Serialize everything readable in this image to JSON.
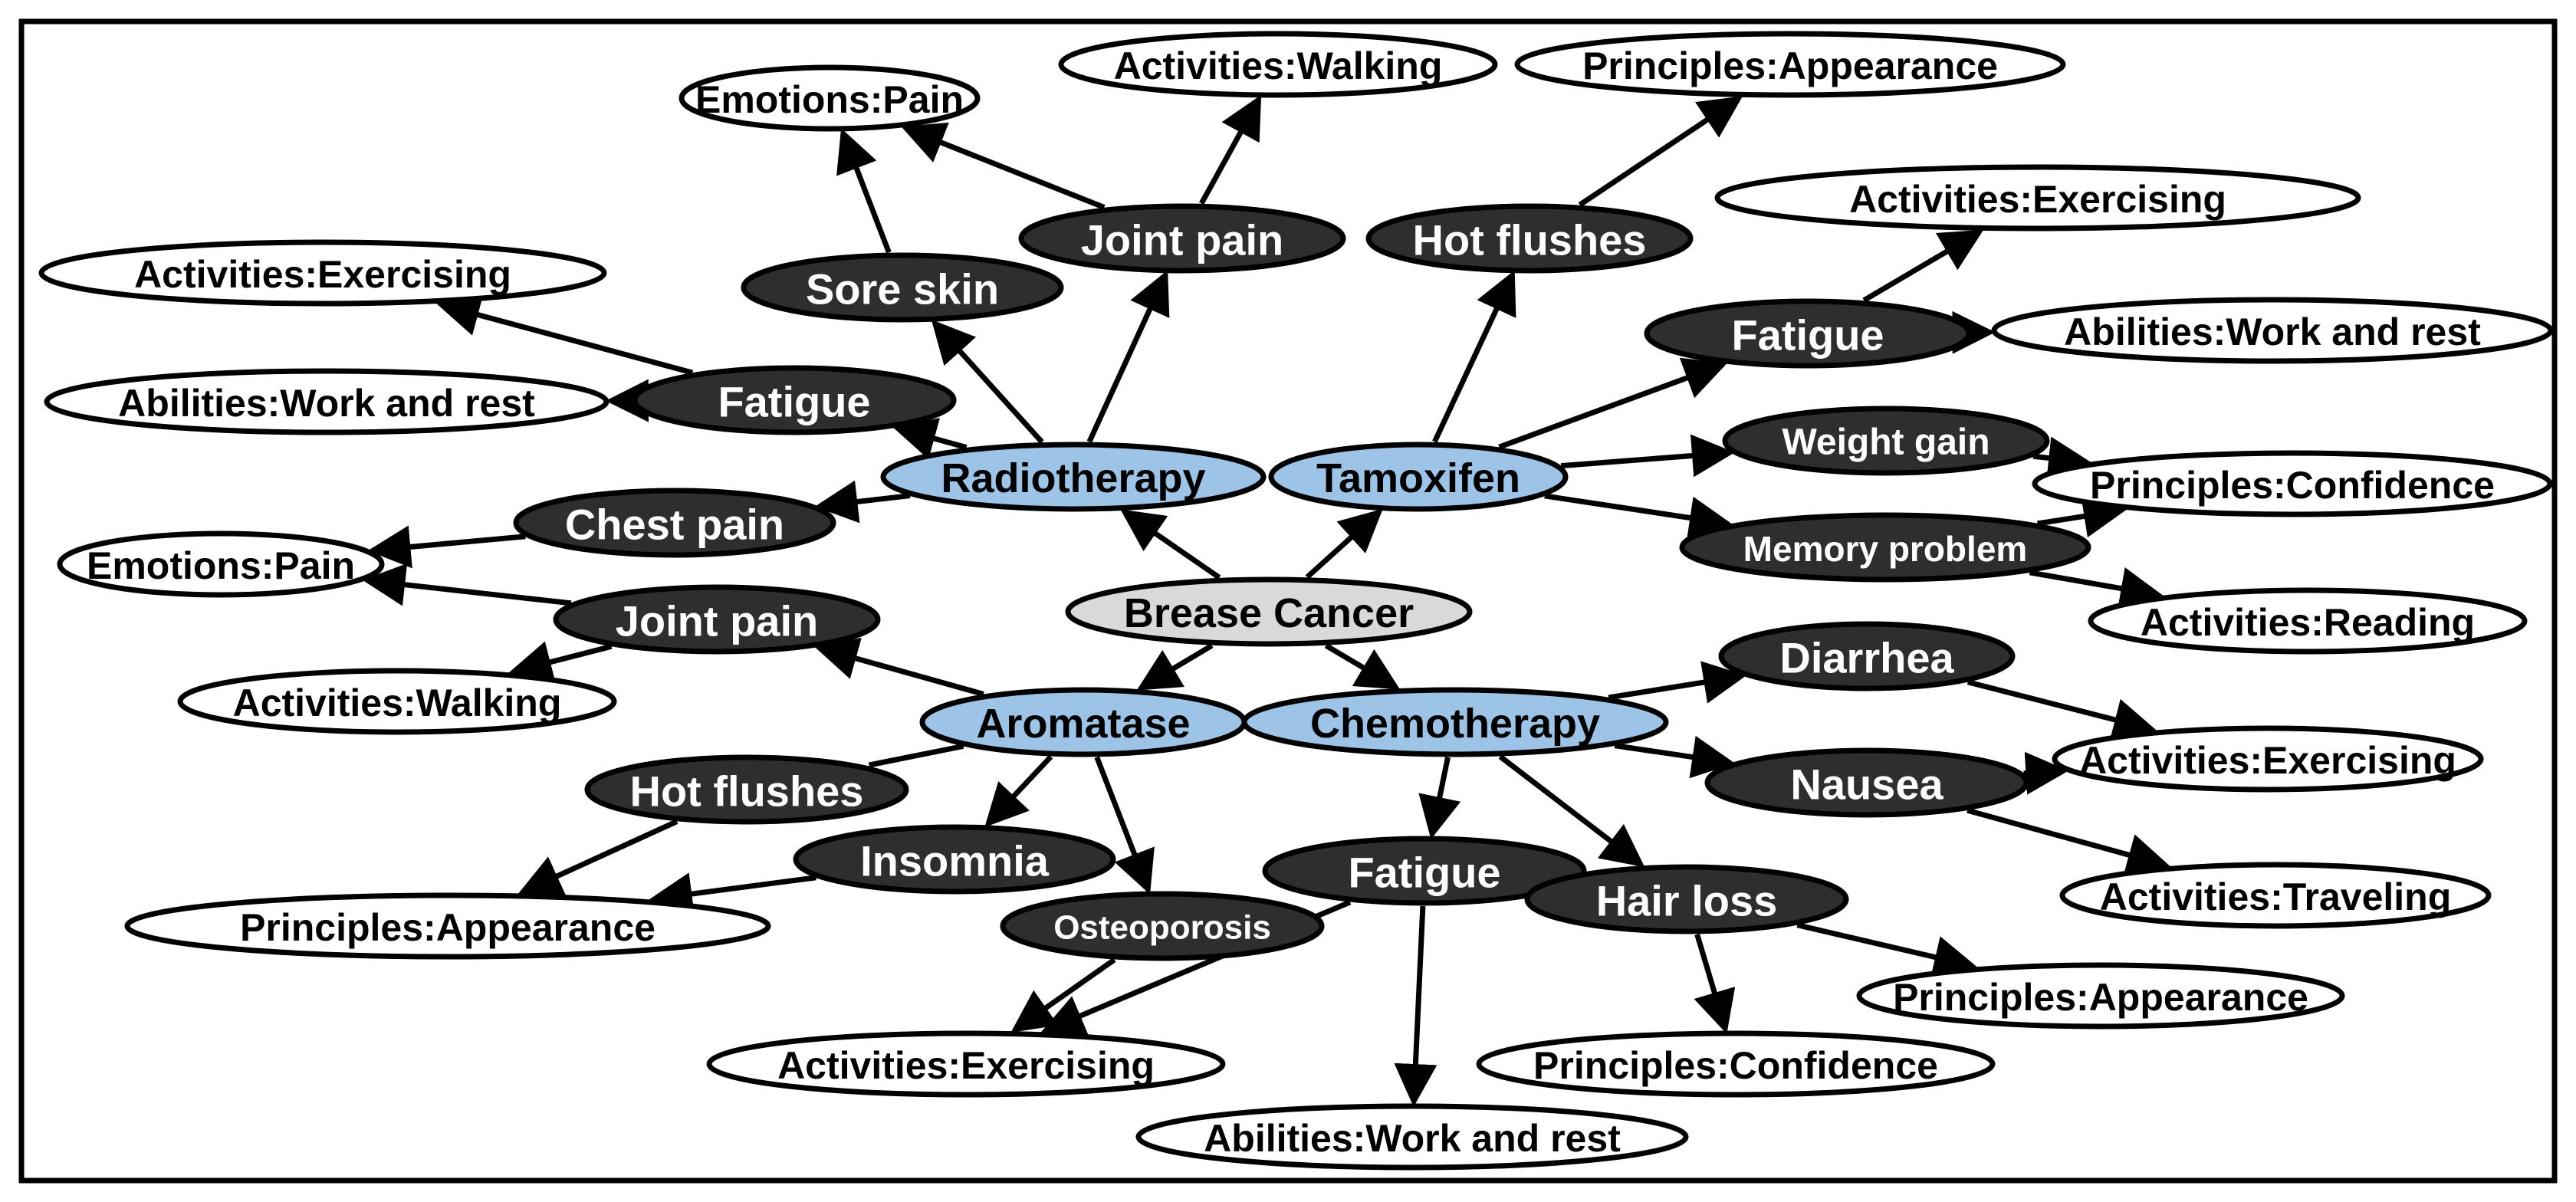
{
  "colors": {
    "root_fill": "#d9d9d9",
    "treatment_fill": "#9dc3e6",
    "side_effect_fill": "#2e2e2e",
    "category_fill": "#ffffff",
    "dark_text": "#000000",
    "light_text": "#ffffff"
  },
  "nodes": [
    {
      "id": "root",
      "type": "root",
      "label": "Brease Cancer"
    },
    {
      "id": "radiotherapy",
      "type": "treatment",
      "label": "Radiotherapy"
    },
    {
      "id": "tamoxifen",
      "type": "treatment",
      "label": "Tamoxifen"
    },
    {
      "id": "aromatase",
      "type": "treatment",
      "label": "Aromatase"
    },
    {
      "id": "chemotherapy",
      "type": "treatment",
      "label": "Chemotherapy"
    },
    {
      "id": "rad_sore_skin",
      "type": "side_effect",
      "label": "Sore skin"
    },
    {
      "id": "rad_joint_pain",
      "type": "side_effect",
      "label": "Joint pain"
    },
    {
      "id": "rad_fatigue",
      "type": "side_effect",
      "label": "Fatigue"
    },
    {
      "id": "rad_chest_pain",
      "type": "side_effect",
      "label": "Chest pain"
    },
    {
      "id": "rad_emotions_pain",
      "type": "category",
      "label": "Emotions:Pain"
    },
    {
      "id": "rad_activities_walking",
      "type": "category",
      "label": "Activities:Walking"
    },
    {
      "id": "rad_activities_exercising",
      "type": "category",
      "label": "Activities:Exercising"
    },
    {
      "id": "rad_abilities_work",
      "type": "category",
      "label": "Abilities:Work and rest"
    },
    {
      "id": "tam_hot_flushes",
      "type": "side_effect",
      "label": "Hot flushes"
    },
    {
      "id": "tam_fatigue",
      "type": "side_effect",
      "label": "Fatigue"
    },
    {
      "id": "tam_weight_gain",
      "type": "side_effect",
      "label": "Weight gain"
    },
    {
      "id": "tam_memory",
      "type": "side_effect",
      "label": "Memory problem"
    },
    {
      "id": "tam_principles_appearance",
      "type": "category",
      "label": "Principles:Appearance"
    },
    {
      "id": "tam_activities_exercising",
      "type": "category",
      "label": "Activities:Exercising"
    },
    {
      "id": "tam_abilities_work",
      "type": "category",
      "label": "Abilities:Work and rest"
    },
    {
      "id": "tam_principles_confidence",
      "type": "category",
      "label": "Principles:Confidence"
    },
    {
      "id": "tam_activities_reading",
      "type": "category",
      "label": "Activities:Reading"
    },
    {
      "id": "aro_joint_pain",
      "type": "side_effect",
      "label": "Joint pain"
    },
    {
      "id": "aro_hot_flushes",
      "type": "side_effect",
      "label": "Hot flushes"
    },
    {
      "id": "aro_insomnia",
      "type": "side_effect",
      "label": "Insomnia"
    },
    {
      "id": "aro_osteoporosis",
      "type": "side_effect",
      "label": "Osteoporosis"
    },
    {
      "id": "aro_emotions_pain",
      "type": "category",
      "label": "Emotions:Pain"
    },
    {
      "id": "aro_activities_walking",
      "type": "category",
      "label": "Activities:Walking"
    },
    {
      "id": "aro_principles_appearance",
      "type": "category",
      "label": "Principles:Appearance"
    },
    {
      "id": "aro_activities_exercising",
      "type": "category",
      "label": "Activities:Exercising"
    },
    {
      "id": "che_diarrhea",
      "type": "side_effect",
      "label": "Diarrhea"
    },
    {
      "id": "che_nausea",
      "type": "side_effect",
      "label": "Nausea"
    },
    {
      "id": "che_fatigue",
      "type": "side_effect",
      "label": "Fatigue"
    },
    {
      "id": "che_hair_loss",
      "type": "side_effect",
      "label": "Hair loss"
    },
    {
      "id": "che_activities_exercising",
      "type": "category",
      "label": "Activities:Exercising"
    },
    {
      "id": "che_activities_traveling",
      "type": "category",
      "label": "Activities:Traveling"
    },
    {
      "id": "che_principles_appearance",
      "type": "category",
      "label": "Principles:Appearance"
    },
    {
      "id": "che_principles_confidence",
      "type": "category",
      "label": "Principles:Confidence"
    },
    {
      "id": "che_abilities_work",
      "type": "category",
      "label": "Abilities:Work and rest"
    }
  ],
  "edges": [
    {
      "from": "root",
      "to": "radiotherapy",
      "arrow": true
    },
    {
      "from": "root",
      "to": "tamoxifen",
      "arrow": true
    },
    {
      "from": "root",
      "to": "aromatase",
      "arrow": true
    },
    {
      "from": "root",
      "to": "chemotherapy",
      "arrow": true
    },
    {
      "from": "radiotherapy",
      "to": "rad_sore_skin",
      "arrow": true
    },
    {
      "from": "radiotherapy",
      "to": "rad_joint_pain",
      "arrow": true
    },
    {
      "from": "radiotherapy",
      "to": "rad_fatigue",
      "arrow": true
    },
    {
      "from": "radiotherapy",
      "to": "rad_chest_pain",
      "arrow": true
    },
    {
      "from": "rad_sore_skin",
      "to": "rad_emotions_pain",
      "arrow": true
    },
    {
      "from": "rad_joint_pain",
      "to": "rad_emotions_pain",
      "arrow": true
    },
    {
      "from": "rad_joint_pain",
      "to": "rad_activities_walking",
      "arrow": true
    },
    {
      "from": "rad_fatigue",
      "to": "rad_activities_exercising",
      "arrow": true
    },
    {
      "from": "rad_fatigue",
      "to": "rad_abilities_work",
      "arrow": true
    },
    {
      "from": "rad_chest_pain",
      "to": "aro_emotions_pain",
      "arrow": true
    },
    {
      "from": "tamoxifen",
      "to": "tam_hot_flushes",
      "arrow": true
    },
    {
      "from": "tamoxifen",
      "to": "tam_fatigue",
      "arrow": true
    },
    {
      "from": "tamoxifen",
      "to": "tam_weight_gain",
      "arrow": true
    },
    {
      "from": "tamoxifen",
      "to": "tam_memory",
      "arrow": true
    },
    {
      "from": "tam_hot_flushes",
      "to": "tam_principles_appearance",
      "arrow": true
    },
    {
      "from": "tam_fatigue",
      "to": "tam_activities_exercising",
      "arrow": true
    },
    {
      "from": "tam_fatigue",
      "to": "tam_abilities_work",
      "arrow": true
    },
    {
      "from": "tam_weight_gain",
      "to": "tam_principles_confidence",
      "arrow": true
    },
    {
      "from": "tam_memory",
      "to": "tam_principles_confidence",
      "arrow": true
    },
    {
      "from": "tam_memory",
      "to": "tam_activities_reading",
      "arrow": true
    },
    {
      "from": "aromatase",
      "to": "aro_joint_pain",
      "arrow": true
    },
    {
      "from": "aromatase",
      "to": "aro_hot_flushes",
      "arrow": false
    },
    {
      "from": "aromatase",
      "to": "aro_insomnia",
      "arrow": true
    },
    {
      "from": "aromatase",
      "to": "aro_osteoporosis",
      "arrow": true
    },
    {
      "from": "aro_joint_pain",
      "to": "aro_emotions_pain",
      "arrow": true
    },
    {
      "from": "aro_joint_pain",
      "to": "aro_activities_walking",
      "arrow": true
    },
    {
      "from": "aro_hot_flushes",
      "to": "aro_principles_appearance",
      "arrow": true
    },
    {
      "from": "aro_insomnia",
      "to": "aro_principles_appearance",
      "arrow": true
    },
    {
      "from": "aro_osteoporosis",
      "to": "aro_activities_exercising",
      "arrow": true
    },
    {
      "from": "chemotherapy",
      "to": "che_diarrhea",
      "arrow": true
    },
    {
      "from": "chemotherapy",
      "to": "che_nausea",
      "arrow": true
    },
    {
      "from": "chemotherapy",
      "to": "che_fatigue",
      "arrow": true
    },
    {
      "from": "chemotherapy",
      "to": "che_hair_loss",
      "arrow": true
    },
    {
      "from": "che_diarrhea",
      "to": "che_activities_exercising",
      "arrow": true
    },
    {
      "from": "che_nausea",
      "to": "che_activities_exercising",
      "arrow": true
    },
    {
      "from": "che_nausea",
      "to": "che_activities_traveling",
      "arrow": true
    },
    {
      "from": "che_hair_loss",
      "to": "che_principles_appearance",
      "arrow": true
    },
    {
      "from": "che_hair_loss",
      "to": "che_principles_confidence",
      "arrow": true
    },
    {
      "from": "che_fatigue",
      "to": "aro_activities_exercising",
      "arrow": true
    },
    {
      "from": "che_fatigue",
      "to": "che_abilities_work",
      "arrow": true
    }
  ]
}
